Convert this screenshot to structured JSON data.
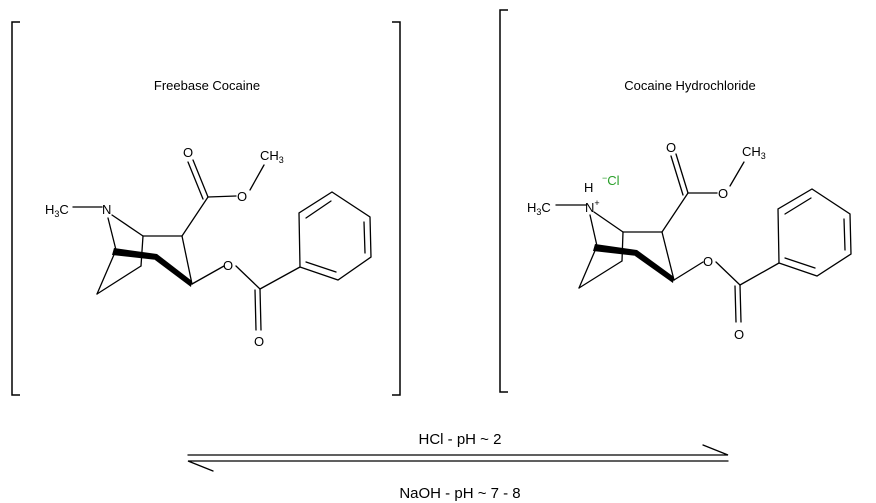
{
  "left_panel": {
    "title": "Freebase Cocaine",
    "atoms": {
      "n_prefix": "H",
      "n_prefix_sub": "3",
      "n_prefix_c": "C",
      "n": "N",
      "o1": "O",
      "o2": "O",
      "o3": "O",
      "o4": "O",
      "methyl": "CH",
      "methyl_sub": "3"
    }
  },
  "right_panel": {
    "title": "Cocaine Hydrochloride",
    "atoms": {
      "n_prefix": "H",
      "n_prefix_sub": "3",
      "n_prefix_c": "C",
      "n": "N",
      "n_plus": "+",
      "h": "H",
      "cl_minus": "−",
      "cl": "Cl",
      "o1": "O",
      "o2": "O",
      "o3": "O",
      "o4": "O",
      "methyl": "CH",
      "methyl_sub": "3"
    }
  },
  "reaction": {
    "forward_label": "HCl  - pH ~ 2",
    "reverse_label": "NaOH - pH ~ 7 - 8"
  },
  "colors": {
    "chloride": "#2aa02a",
    "line": "#000000"
  }
}
